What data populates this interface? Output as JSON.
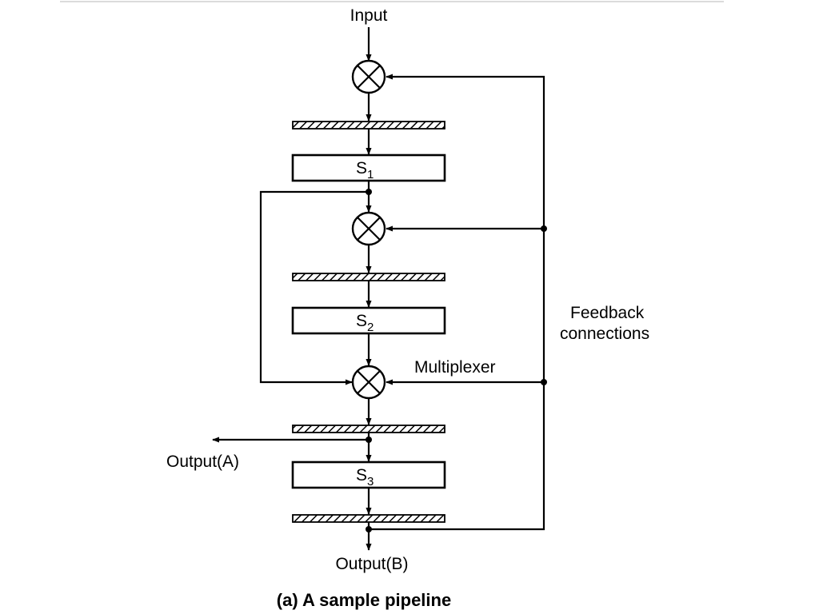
{
  "labels": {
    "input": "Input",
    "multiplexer": "Multiplexer",
    "feedback_line1": "Feedback",
    "feedback_line2": "connections",
    "output_a": "Output(A)",
    "output_b": "Output(B)",
    "caption": "(a) A sample pipeline"
  },
  "stages": [
    {
      "letter": "S",
      "index": "1"
    },
    {
      "letter": "S",
      "index": "2"
    },
    {
      "letter": "S",
      "index": "3"
    }
  ],
  "colors": {
    "line": "#000000",
    "background": "#ffffff"
  }
}
